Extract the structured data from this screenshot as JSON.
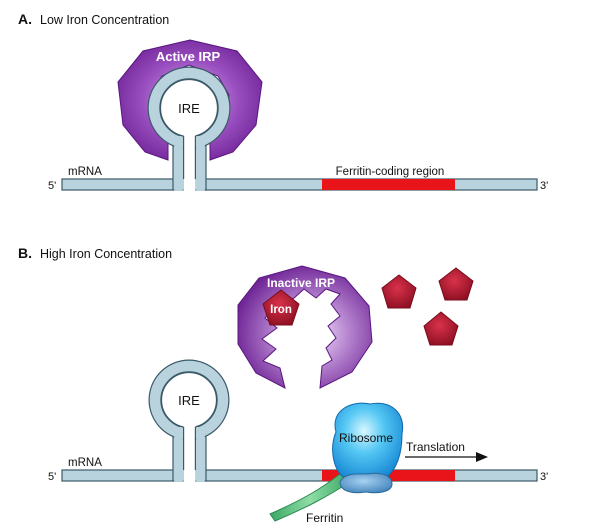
{
  "panel_a": {
    "letter": "A.",
    "title": "Low Iron Concentration",
    "irp_label": "Active IRP",
    "ire_label": "IRE",
    "mrna_label": "mRNA",
    "five_prime": "5'",
    "three_prime": "3'",
    "coding_label": "Ferritin-coding region"
  },
  "panel_b": {
    "letter": "B.",
    "title": "High Iron Concentration",
    "irp_label": "Inactive IRP",
    "iron_label": "Iron",
    "ire_label": "IRE",
    "mrna_label": "mRNA",
    "five_prime": "5'",
    "three_prime": "3'",
    "ribosome_label": "Ribosome",
    "translation_label": "Translation",
    "ferritin_label": "Ferritin"
  },
  "colors": {
    "mrna_fill": "#b9d3de",
    "mrna_stroke": "#3b5968",
    "coding_region": "#e8141a",
    "irp_purple": "#7a2aa0",
    "iron_red": "#b3172d",
    "ribosome_blue": "#1fa0e6",
    "ferritin_green": "#56c07a"
  }
}
